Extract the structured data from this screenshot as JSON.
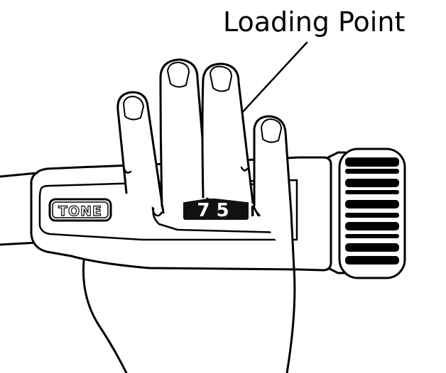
{
  "callout": {
    "label": "Loading Point"
  },
  "wrench": {
    "brand": "TONE",
    "display_value": "7 5",
    "unit": "N·m"
  },
  "colors": {
    "line": "#000000",
    "fill": "#ffffff",
    "display_bg": "#111111",
    "display_text": "#ffffff",
    "loading_point_marker": "#a6a6a6"
  },
  "icons": {
    "hand": "hand-outline",
    "wrench": "torque-wrench",
    "knob": "adjustment-knob"
  }
}
